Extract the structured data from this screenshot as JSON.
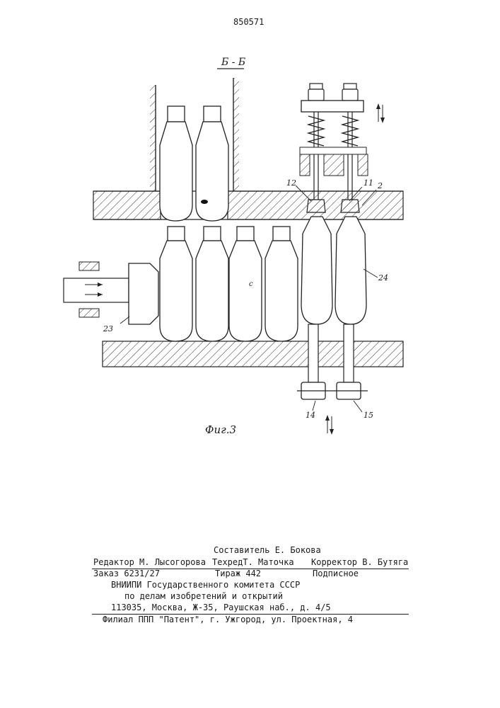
{
  "header": {
    "patent_number": "850571"
  },
  "figure": {
    "section_label": "Б - Б",
    "caption": "Фиг.3",
    "labels": {
      "clamp_a": "12",
      "clamp_b": "11",
      "plate": "2",
      "container": "24",
      "pusher": "23",
      "roller_a": "14",
      "roller_b": "15",
      "mark_c": "c"
    }
  },
  "footer": {
    "compiler": "Составитель Е. Бокова",
    "editor": "Редактор М. Лысогорова",
    "techred": "ТехредТ. Маточка",
    "corrector": "Корректор В. Бутяга",
    "order": "Заказ 6231/27",
    "circulation": "Тираж 442",
    "subscription": "Подписное",
    "institute_1": "ВНИИПИ Государственного комитета СССР",
    "institute_2": "по делам изобретений и открытий",
    "address": "113035, Москва, Ж-35, Раушская наб., д. 4/5",
    "branch": "Филиал ППП \"Патент\", г. Ужгород, ул. Проектная, 4"
  }
}
